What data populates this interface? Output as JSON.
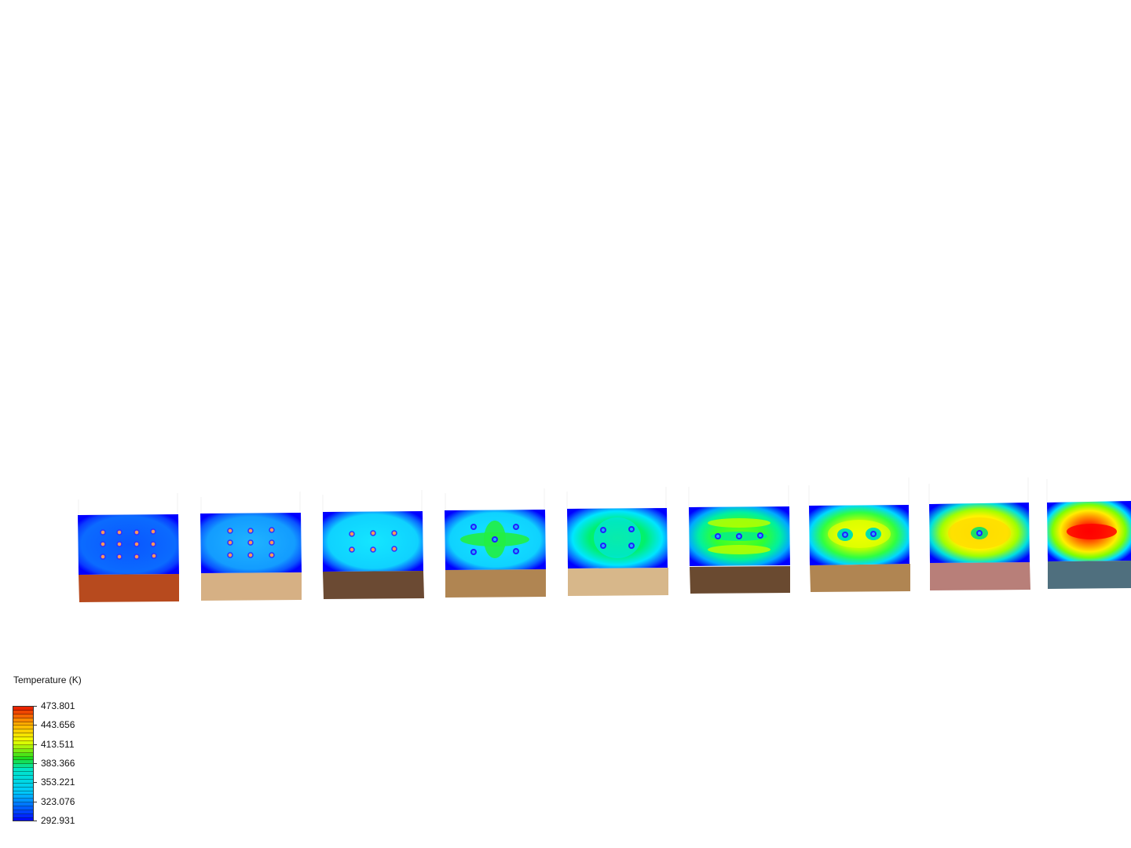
{
  "colorbar": {
    "title": "Temperature (K)",
    "min": 292.931,
    "max": 473.801,
    "labels": [
      "473.801",
      "443.656",
      "413.511",
      "383.366",
      "353.221",
      "323.076",
      "292.931"
    ],
    "bands": 30,
    "colormap": "rainbow (blue → cyan → green → yellow → red)"
  },
  "panels": [
    {
      "name": "panel-1",
      "heater_layout": "4x3 grid",
      "base_color": "#b74a1e",
      "field": "blue"
    },
    {
      "name": "panel-2",
      "heater_layout": "3x3 grid",
      "base_color": "#d6b084",
      "field": "blue-cyan"
    },
    {
      "name": "panel-3",
      "heater_layout": "3x2 grid",
      "base_color": "#6b4a33",
      "field": "cyan"
    },
    {
      "name": "panel-4",
      "heater_layout": "cross of 5",
      "base_color": "#b08552",
      "field": "cyan-green cross"
    },
    {
      "name": "panel-5",
      "heater_layout": "2x2 grid",
      "base_color": "#d7b78a",
      "field": "green"
    },
    {
      "name": "panel-6",
      "heater_layout": "row of 3",
      "base_color": "#6a4a30",
      "field": "green-yellow"
    },
    {
      "name": "panel-7",
      "heater_layout": "row of 2",
      "base_color": "#b08552",
      "field": "yellow"
    },
    {
      "name": "panel-8",
      "heater_layout": "single",
      "base_color": "#b87f79",
      "field": "yellow-orange"
    },
    {
      "name": "panel-9",
      "heater_layout": "single (cropped)",
      "base_color": "#4f6f7e",
      "field": "red"
    }
  ]
}
